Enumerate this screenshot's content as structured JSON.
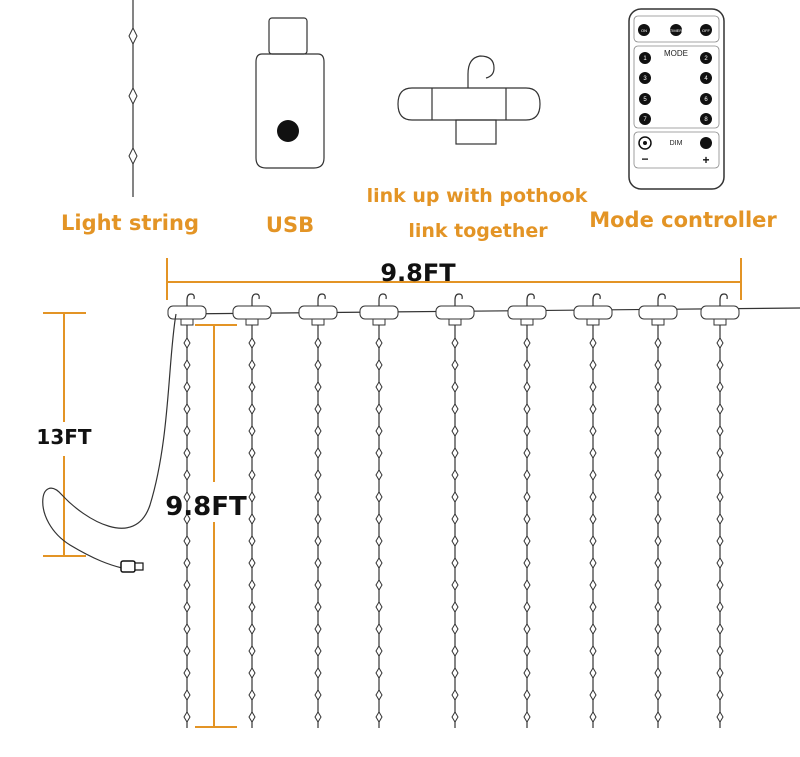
{
  "labels": {
    "light_string": "Light string",
    "usb": "USB",
    "pothook_line1": "link up with pothook",
    "pothook_line2": "link together",
    "mode_controller": "Mode controller"
  },
  "dimensions": {
    "width": "9.8FT",
    "drop": "9.8FT",
    "cable": "13FT"
  },
  "remote": {
    "buttons_top": [
      "ON",
      "TIMER",
      "OFF"
    ],
    "mode_label": "MODE",
    "modes": [
      "1",
      "2",
      "3",
      "4",
      "5",
      "6",
      "7",
      "8"
    ],
    "dim_label": "DIM",
    "minus": "−",
    "plus": "+"
  },
  "curtain": {
    "strand_count": 9
  },
  "colors": {
    "accent": "#e39425",
    "line": "#333333",
    "text_dark": "#111111"
  },
  "icons": [
    "light-string-icon",
    "usb-plug-icon",
    "pothook-icon",
    "remote-control-icon",
    "usb-connector-icon"
  ]
}
